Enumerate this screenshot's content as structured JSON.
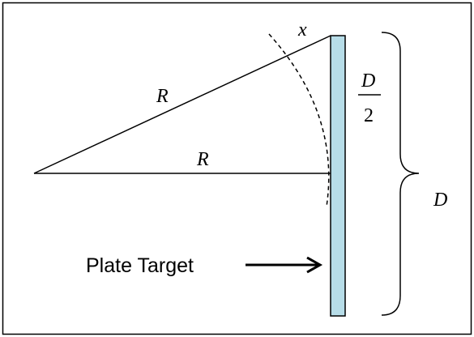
{
  "labels": {
    "radius_upper": "R",
    "radius_lower": "R",
    "sagitta": "x",
    "half_width_numerator": "D",
    "half_width_denominator": "2",
    "full_width": "D",
    "target": "Plate Target"
  },
  "colors": {
    "plate_fill": "#b7dde8",
    "stroke": "#000000",
    "background": "#ffffff"
  }
}
